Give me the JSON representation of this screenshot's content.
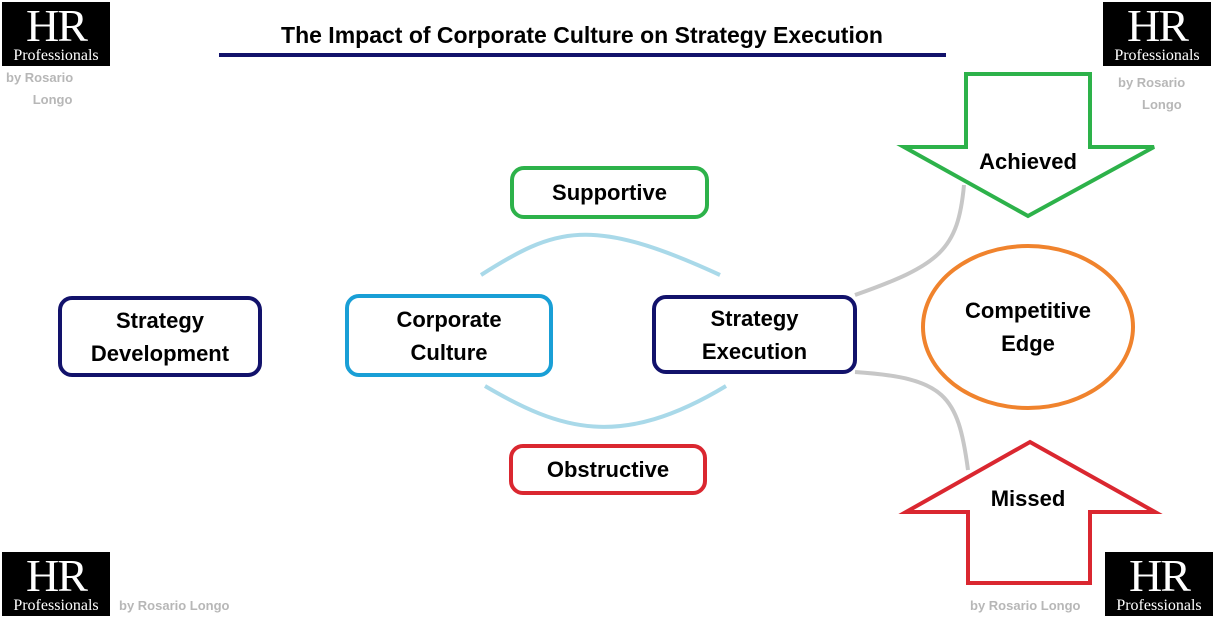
{
  "title": "The Impact of Corporate Culture on Strategy Execution",
  "logo": {
    "big": "HR",
    "small": "Professionals"
  },
  "credit": {
    "by": "by Rosario",
    "name": "Longo",
    "full": "by Rosario Longo"
  },
  "nodes": {
    "strategy_development": {
      "line1": "Strategy",
      "line2": "Development"
    },
    "corporate_culture": {
      "line1": "Corporate",
      "line2": "Culture"
    },
    "strategy_execution": {
      "line1": "Strategy",
      "line2": "Execution"
    },
    "supportive": "Supportive",
    "obstructive": "Obstructive",
    "competitive_edge": {
      "line1": "Competitive",
      "line2": "Edge"
    },
    "achieved": "Achieved",
    "missed": "Missed"
  },
  "colors": {
    "navy": "#12126b",
    "blue": "#199fd6",
    "green": "#2db24a",
    "red": "#da2730",
    "orange": "#f0832d",
    "wave": "#a9d9e9",
    "connector": "#c7c7c7",
    "title_underline": "#12126b",
    "credit_text": "#b7b7b7"
  }
}
